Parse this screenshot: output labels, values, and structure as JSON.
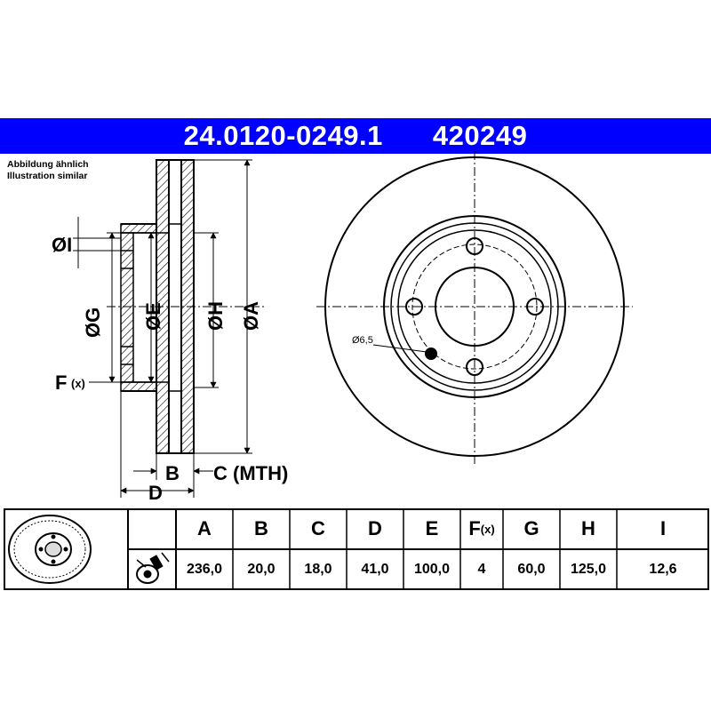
{
  "header": {
    "part_number": "24.0120-0249.1",
    "ref_number": "420249"
  },
  "note": {
    "line1": "Abbildung ähnlich",
    "line2": "Illustration similar"
  },
  "labels": {
    "I": "ØI",
    "G": "ØG",
    "E": "ØE",
    "H": "ØH",
    "A": "ØA",
    "F": "F",
    "F_suffix": "(x)",
    "B": "B",
    "C": "C (MTH)",
    "D": "D",
    "bolt_hole": "Ø6,5"
  },
  "table": {
    "headers": [
      "A",
      "B",
      "C",
      "D",
      "E",
      "F",
      "G",
      "H",
      "I"
    ],
    "f_suffix": "(x)",
    "values": [
      "236,0",
      "20,0",
      "18,0",
      "41,0",
      "100,0",
      "4",
      "60,0",
      "125,0",
      "12,6"
    ]
  },
  "colors": {
    "banner": "#0000ff",
    "banner_text": "#ffffff",
    "line": "#000000"
  }
}
